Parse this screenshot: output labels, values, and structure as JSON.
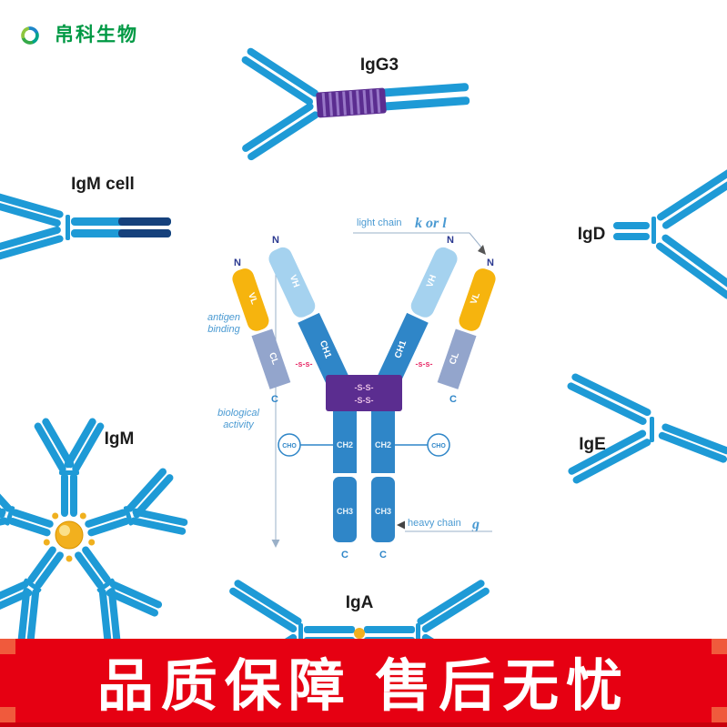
{
  "colors": {
    "antibody_blue": "#1e9ad6",
    "navy": "#16417c",
    "mid_blue": "#2f86c8",
    "light_blue": "#a5d2ef",
    "gray_blue": "#93a5cc",
    "yellow": "#f6b40e",
    "purple": "#5b2d90",
    "banner_red": "#e60012",
    "logo_green": "#009944",
    "disulfide_red": "#e8336d"
  },
  "logo": {
    "text": "帛科生物"
  },
  "labels": {
    "igg3": "IgG3",
    "igm_cell": "IgM cell",
    "igd": "IgD",
    "igm": "IgM",
    "ige": "IgE",
    "iga": "IgA"
  },
  "diagram": {
    "light_chain": "light chain",
    "light_chain_type": "k or l",
    "heavy_chain": "heavy chain",
    "heavy_chain_type": "g",
    "antigen_line1": "antigen",
    "antigen_line2": "binding",
    "bio_line1": "biological",
    "bio_line2": "activity",
    "n_terminus": "N",
    "c_terminus": "C",
    "disulfide": "-S-S-",
    "disulfide_small": "-s-s-",
    "cho": "CHO",
    "vl": "VL",
    "vh": "VH",
    "cl": "CL",
    "ch1": "CH1",
    "ch2": "CH2",
    "ch3": "CH3"
  },
  "banner": {
    "text": "品质保障 售后无忧"
  }
}
